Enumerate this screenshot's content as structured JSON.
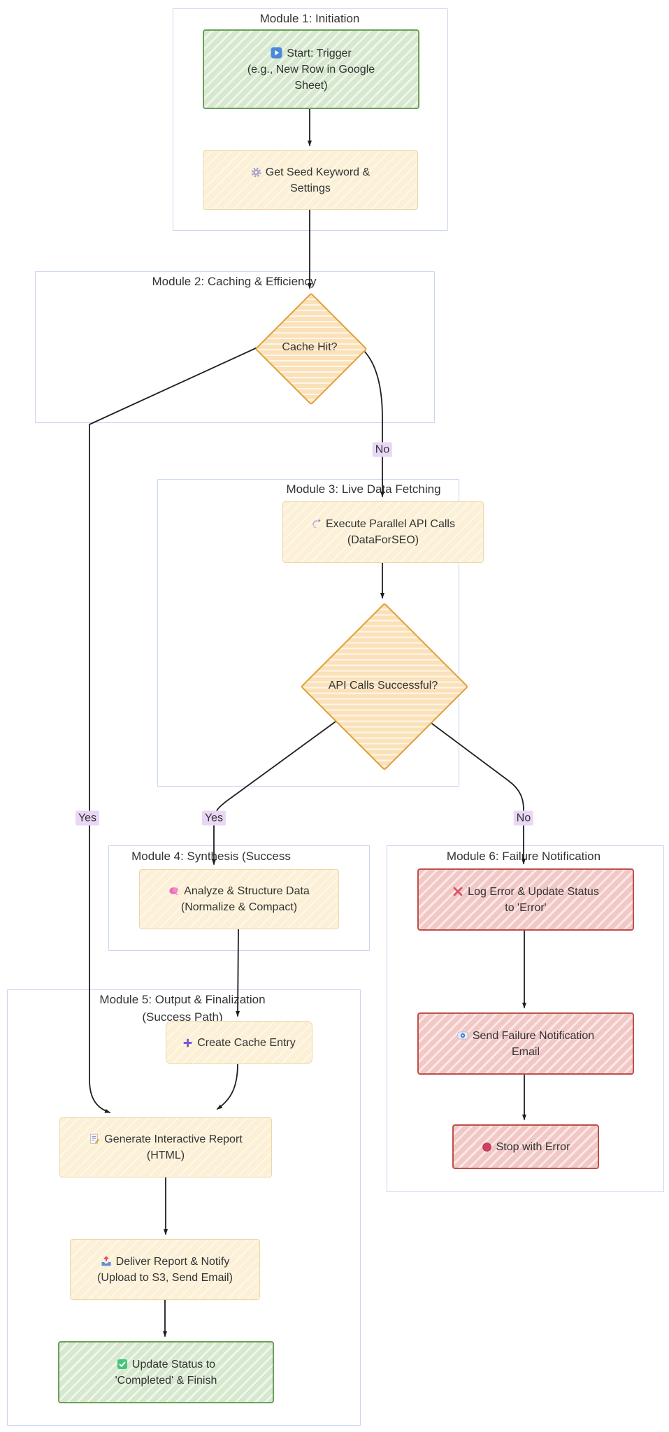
{
  "diagram_type": "flowchart",
  "modules": {
    "m1": {
      "title": "Module 1: Initiation"
    },
    "m2": {
      "title": "Module 2: Caching & Efficiency"
    },
    "m3": {
      "title": "Module 3: Live Data Fetching"
    },
    "m4": {
      "title": "Module 4: Synthesis (Success"
    },
    "m5": {
      "title_line1": "Module 5: Output & Finalization",
      "title_line2": "(Success Path)"
    },
    "m6": {
      "title": "Module 6: Failure Notification"
    }
  },
  "nodes": {
    "start": {
      "icon": "play-icon",
      "label": "Start: Trigger\n(e.g., New Row in Google\nSheet)",
      "style": "green"
    },
    "get_seed": {
      "icon": "gear-icon",
      "label": "Get Seed Keyword &\nSettings",
      "style": "cream"
    },
    "cache_hit": {
      "label": "Cache Hit?",
      "style": "decision"
    },
    "execute_api": {
      "icon": "satellite-icon",
      "label": "Execute Parallel API Calls\n(DataForSEO)",
      "style": "cream"
    },
    "api_success": {
      "label": "API Calls Successful?",
      "style": "decision"
    },
    "analyze": {
      "icon": "brain-icon",
      "label": "Analyze & Structure Data\n(Normalize & Compact)",
      "style": "cream"
    },
    "create_cache": {
      "icon": "plus-icon",
      "label": "Create Cache Entry",
      "style": "cream"
    },
    "generate_report": {
      "icon": "memo-icon",
      "label": "Generate Interactive Report\n(HTML)",
      "style": "cream"
    },
    "deliver_report": {
      "icon": "outbox-icon",
      "label": "Deliver Report & Notify\n(Upload to S3, Send Email)",
      "style": "cream"
    },
    "update_status": {
      "icon": "check-icon",
      "label": "Update Status to\n'Completed' & Finish",
      "style": "green"
    },
    "log_error": {
      "icon": "x-icon",
      "label": "Log Error & Update Status\nto 'Error'",
      "style": "red"
    },
    "send_failure": {
      "icon": "email-icon",
      "label": "Send Failure Notification\nEmail",
      "style": "red"
    },
    "stop_error": {
      "icon": "stop-icon",
      "label": "Stop with Error",
      "style": "red"
    }
  },
  "edge_labels": {
    "cache_no": "No",
    "cache_yes": "Yes",
    "api_yes": "Yes",
    "api_no": "No"
  },
  "colors": {
    "container_border": "#c9d5f1",
    "green_fill": "#d6e8cd",
    "green_border": "#6ea05a",
    "cream_fill": "#fcf0d6",
    "cream_border": "#ebd7aa",
    "decision_fill": "#fae1b9",
    "decision_border": "#e1a037",
    "red_fill": "#f2c8c6",
    "red_border": "#be504b",
    "edge_label_bg": "#e9d7f6",
    "edge_stroke": "#1f1f1f",
    "text": "#333333"
  }
}
